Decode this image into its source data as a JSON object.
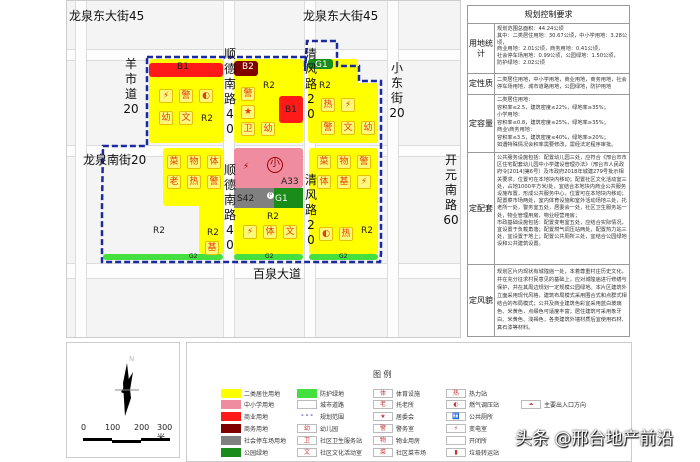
{
  "map": {
    "roads": {
      "longquan_east_w": "龙泉东大街45",
      "longquan_east_e": "龙泉东大街45",
      "yangshi": "羊市道20",
      "longquan_south": "龙泉南街20",
      "shunde_n": "顺德南路40",
      "shunde_s": "顺德南路40",
      "qingfeng_n": "清风路20",
      "qingfeng_s": "清风路20",
      "xiaodong": "小东街20",
      "kaiyuan": "开元南路60",
      "baiquan": "百泉大道"
    },
    "codes": [
      "G1",
      "B1",
      "R2",
      "G1",
      "B2",
      "R2",
      "B1",
      "G1",
      "R2",
      "A33",
      "S42",
      "G1",
      "R2",
      "R2",
      "R2",
      "R2",
      "G2",
      "G2",
      "G2"
    ],
    "symbols": {
      "nw": [
        "⚡",
        "警",
        "◐",
        "幼",
        "文"
      ],
      "nm": [
        "警",
        "★",
        "卫",
        "幼"
      ],
      "ne": [
        "热",
        "⚡",
        "警",
        "文",
        "幼"
      ],
      "wm": [
        "菜",
        "物",
        "体",
        "老",
        "热",
        "警",
        "基"
      ],
      "school": [
        "⚡",
        "小"
      ],
      "cs": [
        "⚡",
        "体",
        "文"
      ],
      "em": [
        "菜",
        "物",
        "警",
        "体",
        "基",
        "⚡",
        "◐",
        "热"
      ]
    },
    "parking_icon": "P",
    "toilet_icon": "🚻",
    "colors": {
      "residential": "#ffff00",
      "school": "#f08ca0",
      "commercial": "#ff1a1a",
      "business": "#800000",
      "parking": "#808080",
      "park": "#1a8c1a",
      "buffer": "#44e040",
      "boundary": "#1a2aa0"
    }
  },
  "table": {
    "title": "规划控制要求",
    "rows": [
      {
        "label": "用地统计",
        "text": "规划范围总面积：44.24公顷\n其中：二类居住用地：30.67公顷，中小学用地：3.28公顷，\n商业用地：2.01公顷，商务用地：0.41公顷，\n社会停车场用地：0.99公顷，公园绿地：1.50公顷，\n防护绿地：2.02公顷"
      },
      {
        "label": "定性质",
        "text": "二类居住用地，中小学用地，商业用地，商务用地，社会停车场用地，城市道路用地，公园绿地，防护用地"
      },
      {
        "label": "定容量",
        "text": "二类居住用地：\n容积率≤2.5，建筑密度≤22%，绿地率≥35%；\n小学用地：\n容积率≤0.8，建筑密度≤25%，绿地率≥35%；\n商业\\商务用地：\n容积率≤3.5，建筑密度≤40%，绿地率≥20%；\n如遇特殊情况会积率需要修改，需经法定程序审批。"
      },
      {
        "label": "定配套",
        "text": "公共服务设施包括：配置幼儿园三处，应符合《邢台市市区住宅配套幼儿园中小学建设管理办法》（邢台市人民政府令[2014]第6号）及市政府2018年城建279号批示相关要求，位置可在本地块内移动；配置社区文化活动室三处，占地1000平方米/处，宜结合本地块内商业公共服务设施布置，形成公共服务中心，位置可在本地块内移动；配置菜市场两处，室内体育设施和室外活动场地三处，托老所一处，警务室五处，居委会一处，社区卫生服务站一处，物业管理用房，物业经营用房；\n市政基础设施包括：配置变电室五处，应结合实际情况，宜设置于负载角落；配置燃气调压站两处，配置热力站三处，宜设置于地上；配置公共厕所三处，宜结合公园绿地设和公共建筑设置。"
      },
      {
        "label": "定风貌",
        "text": "规划区片内现状有城隍庙一处，本着尊重村庄历史文化，并在充分征求村民意见的基础上，应对城隍庙进行修缮与保护，并在其周边规划一定规模公园绿地。本片区建筑外立面采用现代风格，建筑布局模式采用围合式和点群式相结合的布局模式；公共及商业建筑色彩宜采用蓝白玻璃色、米黄色，点缀色可适度丰富；居住建筑可采用象牙白、米黄色、浅褐色，各类建筑外墙材质后宜使用石材、真石漆等材料。"
      }
    ]
  },
  "scale": {
    "labels": [
      "0",
      "100",
      "200",
      "300米"
    ],
    "north": "N"
  },
  "legend": {
    "title": "图 例",
    "items": [
      {
        "label": "二类居住用地",
        "swatch": "#ffff00"
      },
      {
        "label": "中小学用地",
        "swatch": "#f08ca0"
      },
      {
        "label": "商业用地",
        "swatch": "#ff1a1a"
      },
      {
        "label": "商务用地",
        "swatch": "#800000"
      },
      {
        "label": "社会停车场用地",
        "swatch": "#808080"
      },
      {
        "label": "公园绿地",
        "swatch": "#1a8c1a"
      },
      {
        "label": "防护绿地",
        "swatch": "#44e040"
      },
      {
        "label": "城市道路",
        "icon": ""
      },
      {
        "label": "规划范围",
        "icon": "- - -"
      },
      {
        "label": "幼儿园",
        "icon": "幼"
      },
      {
        "label": "社区卫生服务站",
        "icon": "卫"
      },
      {
        "label": "社区文化活动室",
        "icon": "文"
      },
      {
        "label": "体育设施",
        "icon": "体"
      },
      {
        "label": "托老所",
        "icon": "老"
      },
      {
        "label": "居委会",
        "icon": "★"
      },
      {
        "label": "警务室",
        "icon": "警"
      },
      {
        "label": "物业用房",
        "icon": "物"
      },
      {
        "label": "社区菜市场",
        "icon": "菜"
      },
      {
        "label": "热力站",
        "icon": "热"
      },
      {
        "label": "燃气调压站",
        "icon": "◐"
      },
      {
        "label": "公共厕所",
        "icon": "🚻"
      },
      {
        "label": "变电室",
        "icon": "⚡"
      },
      {
        "label": "开闭所",
        "icon": ""
      },
      {
        "label": "垃圾转运站",
        "icon": "▮"
      },
      {
        "label": "主要出入口方向",
        "icon": "⏶"
      }
    ]
  },
  "watermark": "头条 @邢台地产前沿"
}
